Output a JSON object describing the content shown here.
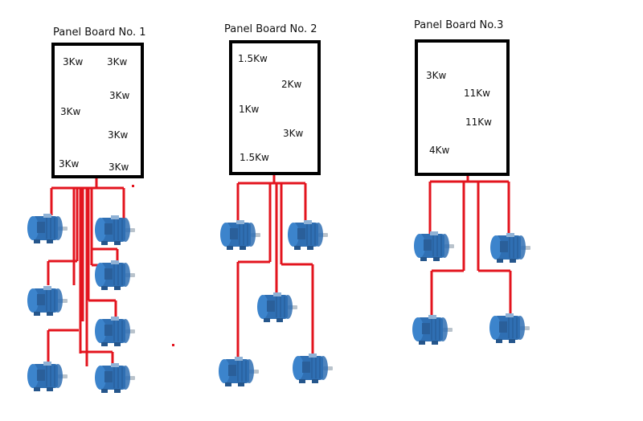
{
  "diagram": {
    "wire_color": "#e3141e",
    "motor_color": "#2f6fb3",
    "panels": [
      {
        "title": "Panel Board No. 1",
        "loads": [
          "3Kw",
          "3Kw",
          "3Kw",
          "3Kw",
          "3Kw",
          "3Kw",
          "3Kw"
        ],
        "motor_count": 7
      },
      {
        "title": "Panel Board No. 2",
        "loads": [
          "1.5Kw",
          "2Kw",
          "1Kw",
          "3Kw",
          "1.5Kw"
        ],
        "motor_count": 5
      },
      {
        "title": "Panel Board No.3",
        "loads": [
          "3Kw",
          "11Kw",
          "11Kw",
          "4Kw"
        ],
        "motor_count": 4
      }
    ],
    "motor_icon": "electric-motor-icon"
  }
}
